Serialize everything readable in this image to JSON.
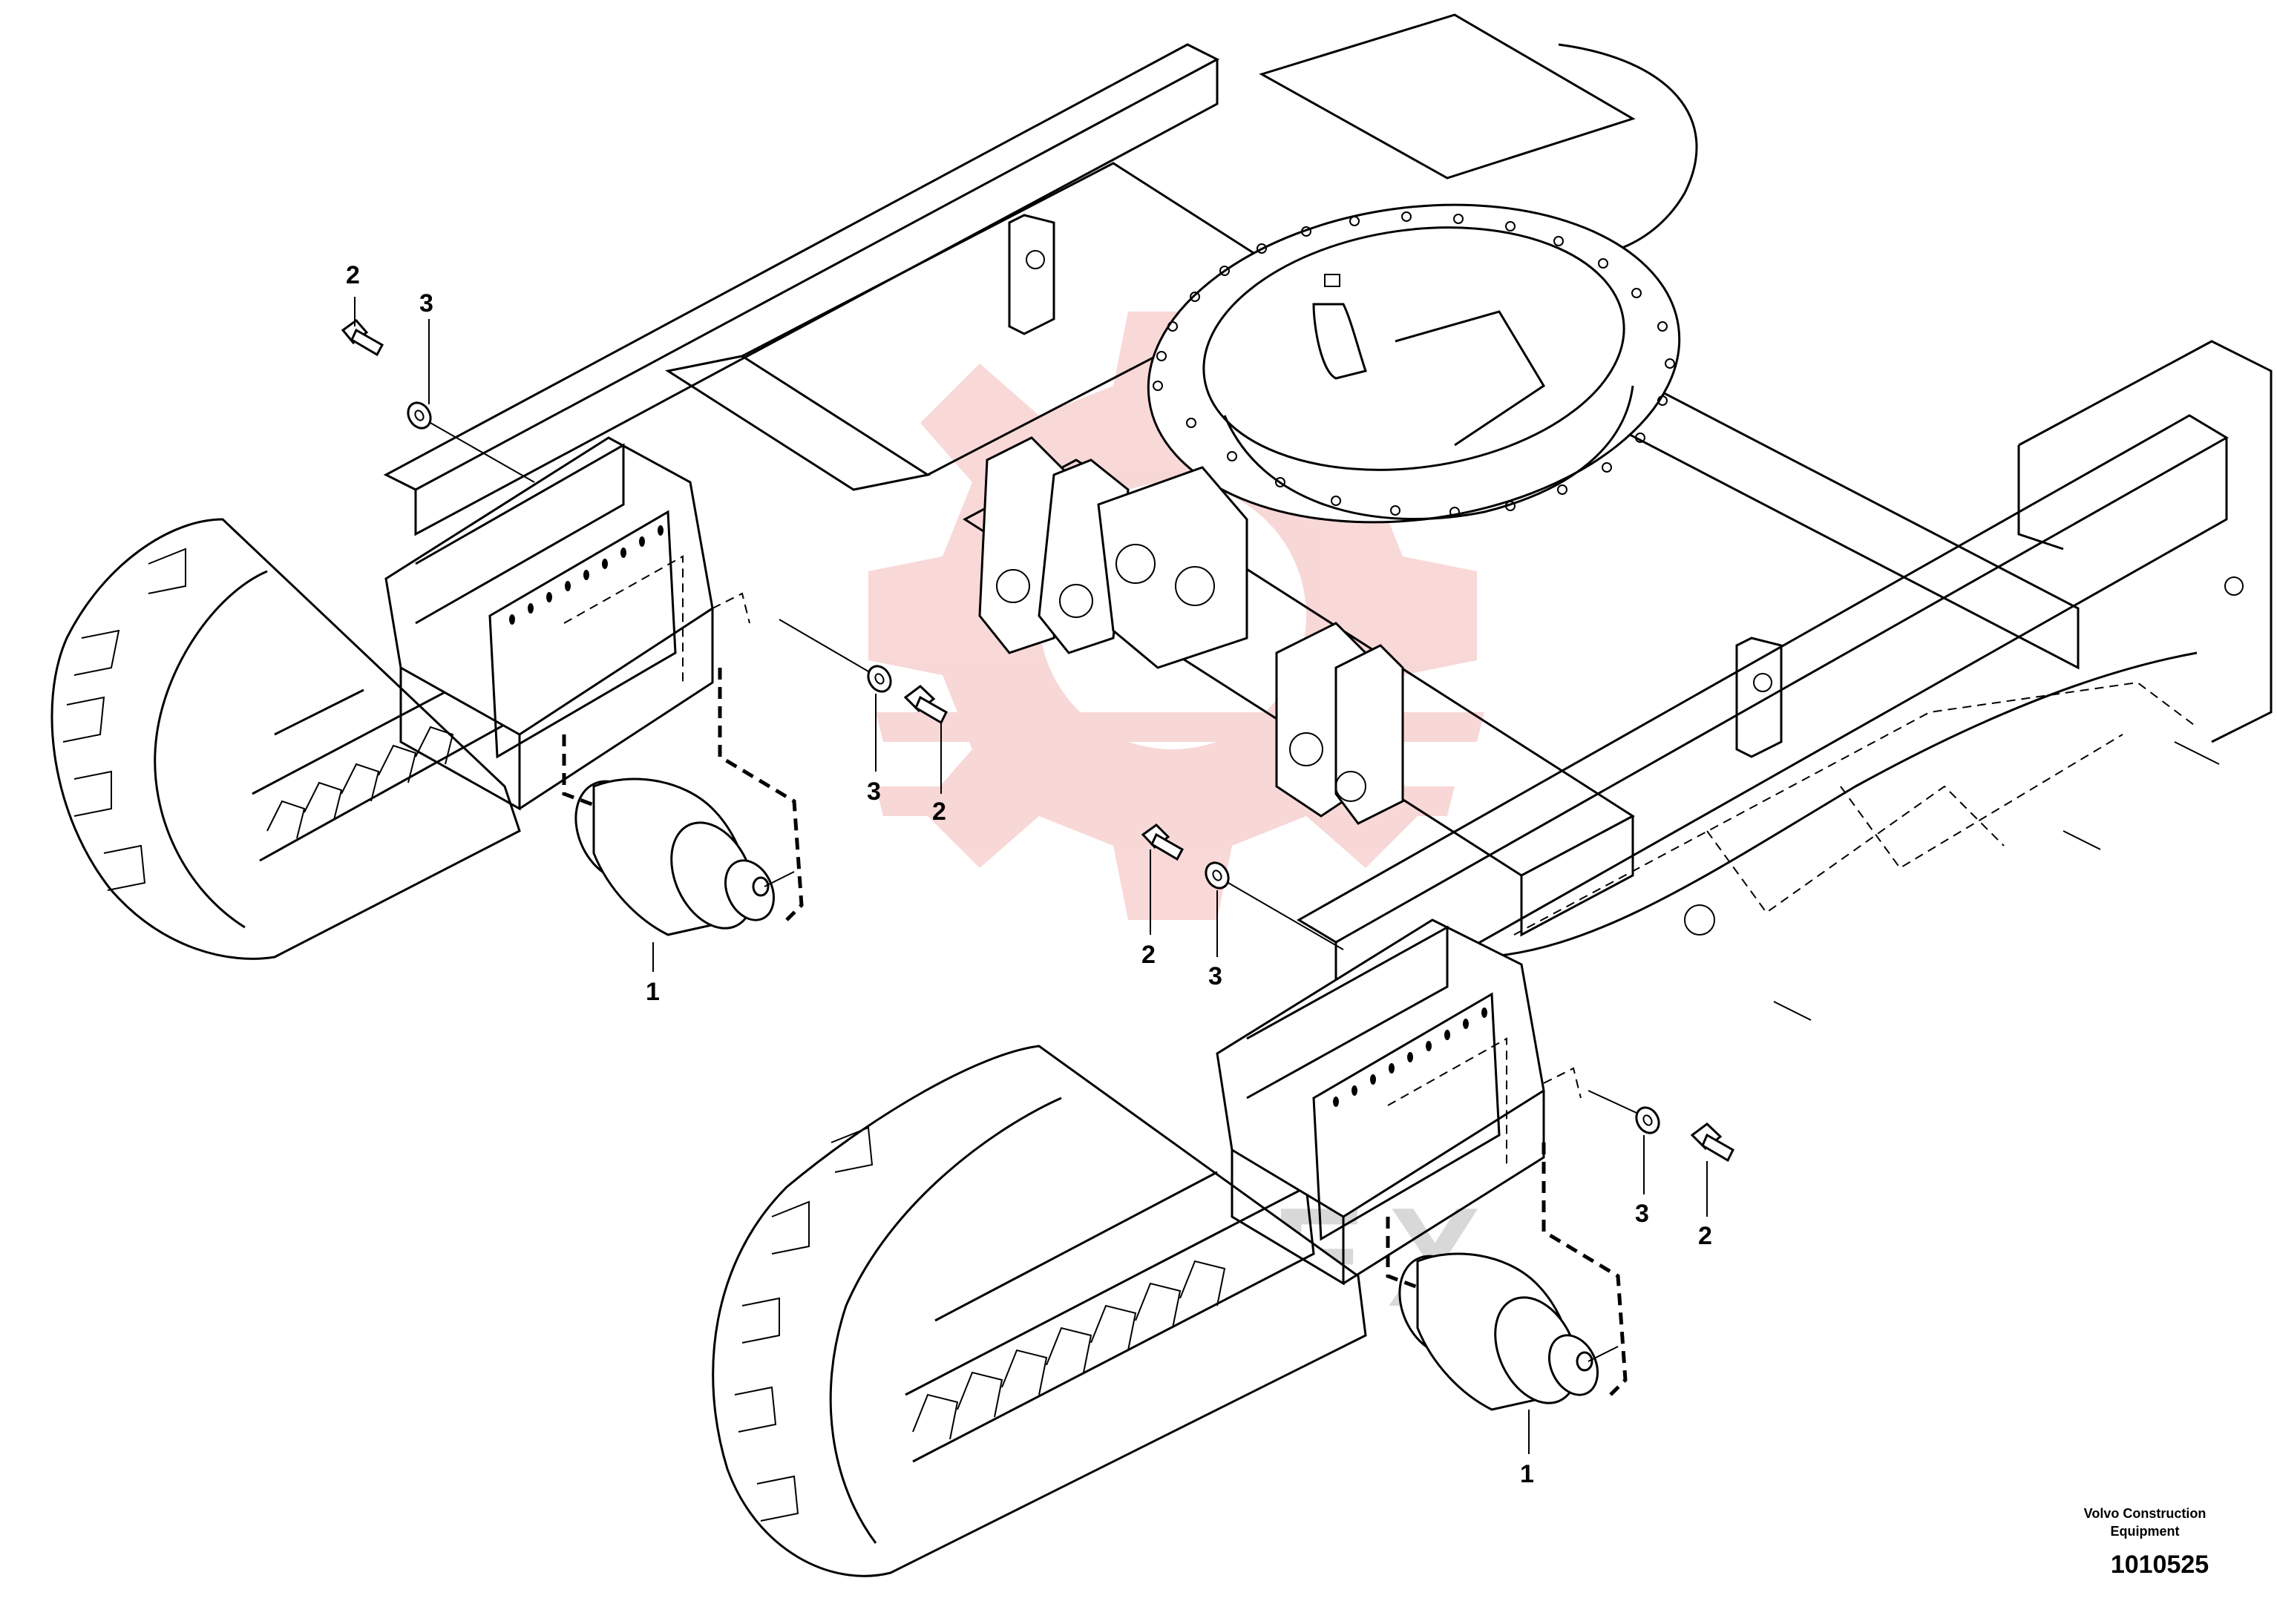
{
  "brand_lines": [
    "Volvo Construction",
    "Equipment"
  ],
  "figure_code": "1010525",
  "watermark_text": "DIHTEX",
  "callouts": {
    "roller_label": "1",
    "bolt_label": "2",
    "washer_label": "3"
  },
  "colors": {
    "line": "#000000",
    "watermark": "#f4b8b8",
    "background": "#ffffff"
  }
}
